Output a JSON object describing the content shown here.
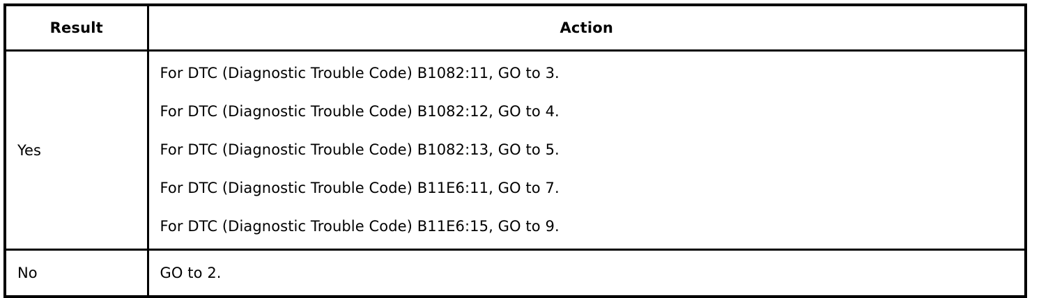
{
  "table": {
    "headers": {
      "result": "Result",
      "action": "Action"
    },
    "rows": [
      {
        "result": "Yes",
        "action_lines": [
          "For DTC (Diagnostic Trouble Code) B1082:11, GO to 3.",
          "For DTC (Diagnostic Trouble Code) B1082:12, GO to 4.",
          "For DTC (Diagnostic Trouble Code) B1082:13, GO to 5.",
          "For DTC (Diagnostic Trouble Code) B11E6:11, GO to 7.",
          "For DTC (Diagnostic Trouble Code) B11E6:15, GO to 9."
        ]
      },
      {
        "result": "No",
        "action_lines": [
          "GO to 2."
        ]
      }
    ]
  },
  "colors": {
    "border": "#000000",
    "text": "#000000",
    "background": "#ffffff"
  }
}
